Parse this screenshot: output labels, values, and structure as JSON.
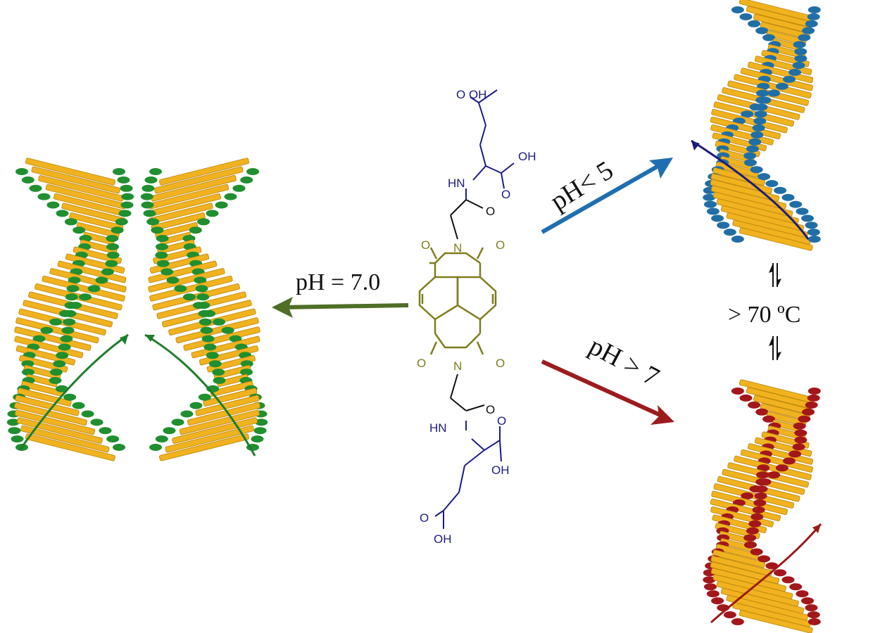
{
  "colors": {
    "rod": "#f0b21f",
    "rod_edge": "#b9840a",
    "green": "#1f8f2f",
    "blue": "#1f6fa6",
    "red": "#a3171b",
    "core": "#7d7d1c",
    "side": "#1c1c86",
    "arrow_green": "#4f6e26",
    "arrow_blue": "#1f6fb0",
    "arrow_red": "#9c1b1d",
    "handed_green": "#1e7e2a",
    "handed_blue": "#1c1c7a",
    "handed_red": "#9a1a1a"
  },
  "conditions": {
    "neutral": "pH = 7.0",
    "acidic": "pH< 5",
    "basic": "pH > 7",
    "thermal": "> 70 ºC"
  },
  "molecule": {
    "top_acid": "O   OH",
    "top_acid2": "OH",
    "top_nh": "HN",
    "top_o_amide": "O",
    "top_o_acid": "O",
    "imide_o_tl": "O",
    "imide_n_top": "N",
    "imide_o_tr": "O",
    "imide_o_bl": "O",
    "imide_n_bot": "N",
    "imide_o_br": "O",
    "bot_o_amide": "O",
    "bot_nh": "HN",
    "bot_o_acid": "O",
    "bot_oh": "OH",
    "bot_tail_o": "O",
    "bot_tail_oh": "OH"
  },
  "icons": {
    "arrow_left": "arrow-left-icon",
    "arrow_upright": "arrow-up-right-icon",
    "arrow_downright": "arrow-down-right-icon",
    "equilibrium": "equilibrium-arrows-icon"
  }
}
